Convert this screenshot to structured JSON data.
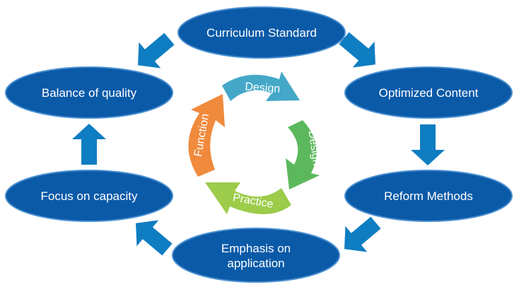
{
  "colors": {
    "node_fill": "#0a5aa8",
    "node_stroke": "#4a8fd0",
    "big_arrow": "#0e7dc2",
    "design_top": "#45a8c8",
    "design_right": "#5cb85c",
    "practice": "#9ccc4a",
    "function": "#f08a3c"
  },
  "nodes": {
    "curriculum": "Curriculum Standard",
    "optimized": "Optimized Content",
    "reform": "Reform Methods",
    "emphasis_line1": "Emphasis on",
    "emphasis_line2": "application",
    "focus": "Focus on capacity",
    "balance": "Balance of quality"
  },
  "cycle": {
    "design_top": "Design",
    "design_right": "Design",
    "practice": "Practice",
    "function": "Function"
  },
  "icons": {
    "big_arrows": "arrow-icon",
    "cycle_arrows": "curved-arrow-icon"
  }
}
